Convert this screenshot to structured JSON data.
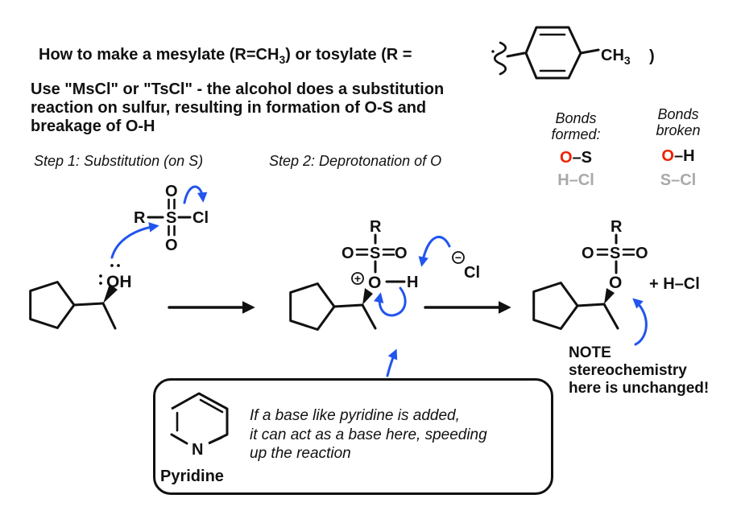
{
  "palette": {
    "red": "#ee2200",
    "green": "#2db52d",
    "blue": "#2255ee",
    "gray": "#a9a9a9",
    "black": "#111111"
  },
  "title": {
    "part1": "How to make a mesylate (R=CH",
    "sub": "3",
    "part2": ") or tosylate (R ="
  },
  "tosylate_group": {
    "ch": "CH",
    "sub": "3",
    "paren": ")"
  },
  "intro": {
    "line1": "Use \"MsCl\" or \"TsCl\" - the alcohol does a substitution",
    "line2": "reaction on sulfur, resulting in formation of O-S and",
    "line3": "breakage of O-H"
  },
  "steps": {
    "step1": "Step 1: Substitution (on S)",
    "step2": "Step 2: Deprotonation of O"
  },
  "bonds_panel": {
    "formed_title1": "Bonds",
    "formed_title2": "formed:",
    "broken_title1": "Bonds",
    "broken_title2": "broken",
    "formed_bond1_o": "O",
    "formed_bond1_rest": "–S",
    "formed_bond2": "H–Cl",
    "broken_bond1_o": "O",
    "broken_bond1_rest": "–H",
    "broken_bond2": "S–Cl"
  },
  "mscl": {
    "r": "R",
    "s": "S",
    "cl": "Cl",
    "o_top": "O",
    "o_bottom": "O"
  },
  "alcohol": {
    "oh": "OH"
  },
  "intermediate": {
    "r": "R",
    "o_left": "O",
    "s": "S",
    "o_right": "O",
    "o_center": "O",
    "h": "H",
    "cl": "Cl",
    "plus": "+",
    "minus": "−"
  },
  "product": {
    "r": "R",
    "o_left": "O",
    "s": "S",
    "o_right": "O",
    "o_center": "O",
    "plus_hcl": "+ H–Cl"
  },
  "note": {
    "line1": "NOTE",
    "line2": "stereochemistry",
    "line3": "here is unchanged!"
  },
  "pyridine": {
    "n": "N",
    "name": "Pyridine",
    "caption1": "If a base like pyridine is added,",
    "caption2": "it can act as a base here, speeding",
    "caption3": "up the reaction"
  }
}
